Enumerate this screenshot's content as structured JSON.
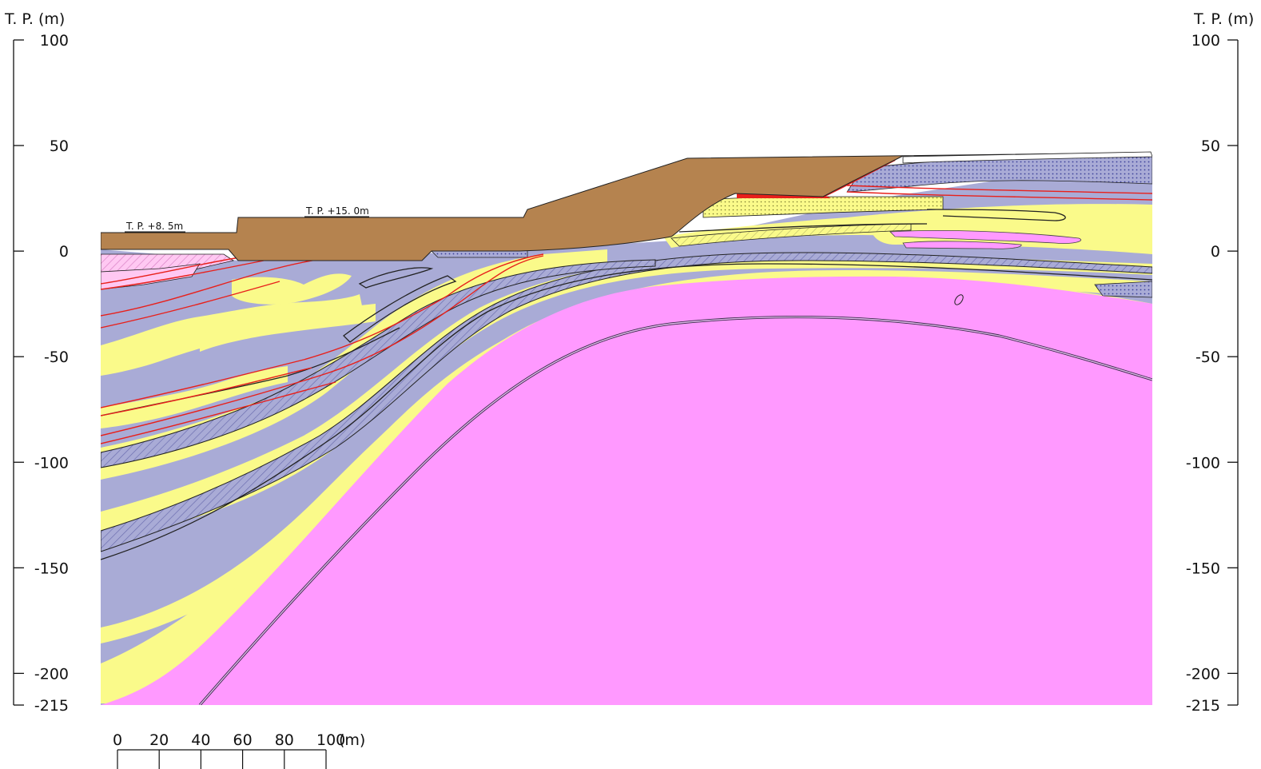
{
  "axis": {
    "unit_label": "T. P. (m)",
    "ticks": [
      100,
      50,
      0,
      -50,
      -100,
      -150,
      -200,
      -215
    ],
    "tick_labels": [
      "100",
      "50",
      "0",
      "-50",
      "-100",
      "-150",
      "-200",
      "-215"
    ]
  },
  "annotations": {
    "level_left": "T. P. +8. 5m",
    "level_mid": "T. P. +15. 0m"
  },
  "scale_bar": {
    "labels": [
      "0",
      "20",
      "40",
      "60",
      "80",
      "100"
    ],
    "unit": "(m)"
  },
  "colors": {
    "fill_brown": "#b5834f",
    "clay_blue": "#a9abd6",
    "sand_yellow": "#fafa8a",
    "rock_pink": "#ff99ff",
    "light_pink": "#ffc8f2",
    "fault_red": "#e8201b"
  }
}
